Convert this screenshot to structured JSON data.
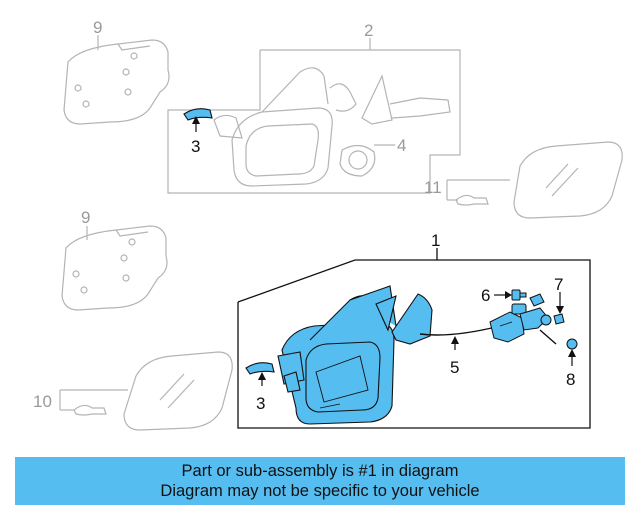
{
  "callouts": {
    "c9a": "9",
    "c2": "2",
    "c3a": "3",
    "c4": "4",
    "c11": "11",
    "c9b": "9",
    "c1": "1",
    "c6": "6",
    "c7": "7",
    "c5": "5",
    "c8": "8",
    "c10": "10",
    "c3b": "3"
  },
  "banner": {
    "line1": "Part or sub-assembly is #1 in diagram",
    "line2": "Diagram may not be specific to your vehicle"
  },
  "colors": {
    "highlight_fill": "#55bdf0",
    "ghost_line": "#b4b4b4",
    "outline": "#111111",
    "banner_bg": "#55bdf0"
  }
}
